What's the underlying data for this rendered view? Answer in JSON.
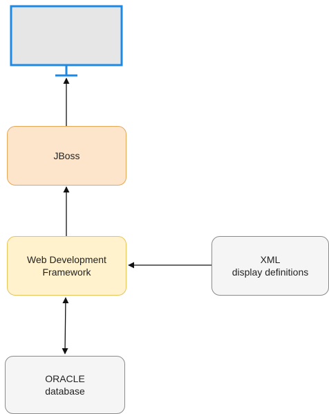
{
  "diagram": {
    "nodes": {
      "monitor": {
        "kind": "display-screen",
        "fill": "#e6e6e6",
        "stroke": "#1e88e5"
      },
      "jboss": {
        "label": "JBoss",
        "fill": "#fde5cc",
        "stroke": "#e5a756"
      },
      "web_framework": {
        "label": "Web Development\nFramework",
        "fill": "#fff2cc",
        "stroke": "#e6c45a"
      },
      "xml": {
        "label": "XML\ndisplay definitions",
        "fill": "#f5f5f5",
        "stroke": "#8a8a8a"
      },
      "oracle": {
        "label": "ORACLE\ndatabase",
        "fill": "#f5f5f5",
        "stroke": "#8a8a8a"
      }
    },
    "edges": [
      {
        "from": "jboss",
        "to": "monitor",
        "direction": "forward"
      },
      {
        "from": "web_framework",
        "to": "jboss",
        "direction": "forward"
      },
      {
        "from": "xml",
        "to": "web_framework",
        "direction": "forward"
      },
      {
        "from": "web_framework",
        "to": "oracle",
        "direction": "both"
      }
    ]
  }
}
